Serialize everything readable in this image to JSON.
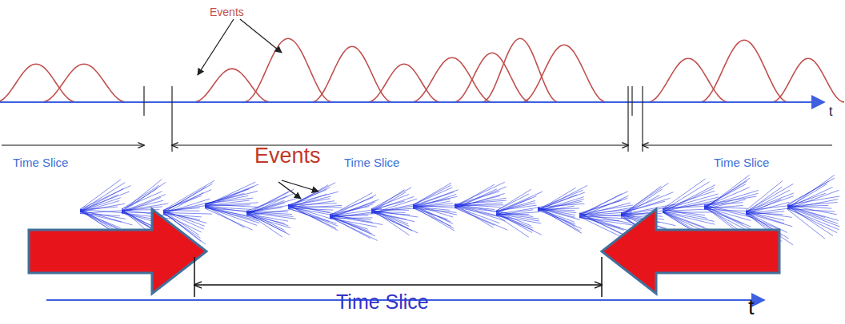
{
  "diagram": {
    "labels": [
      "Events",
      "Time Slice",
      "Time Slice",
      "Time Slice",
      "t",
      "Events",
      "Time Slice",
      "t"
    ]
  }
}
